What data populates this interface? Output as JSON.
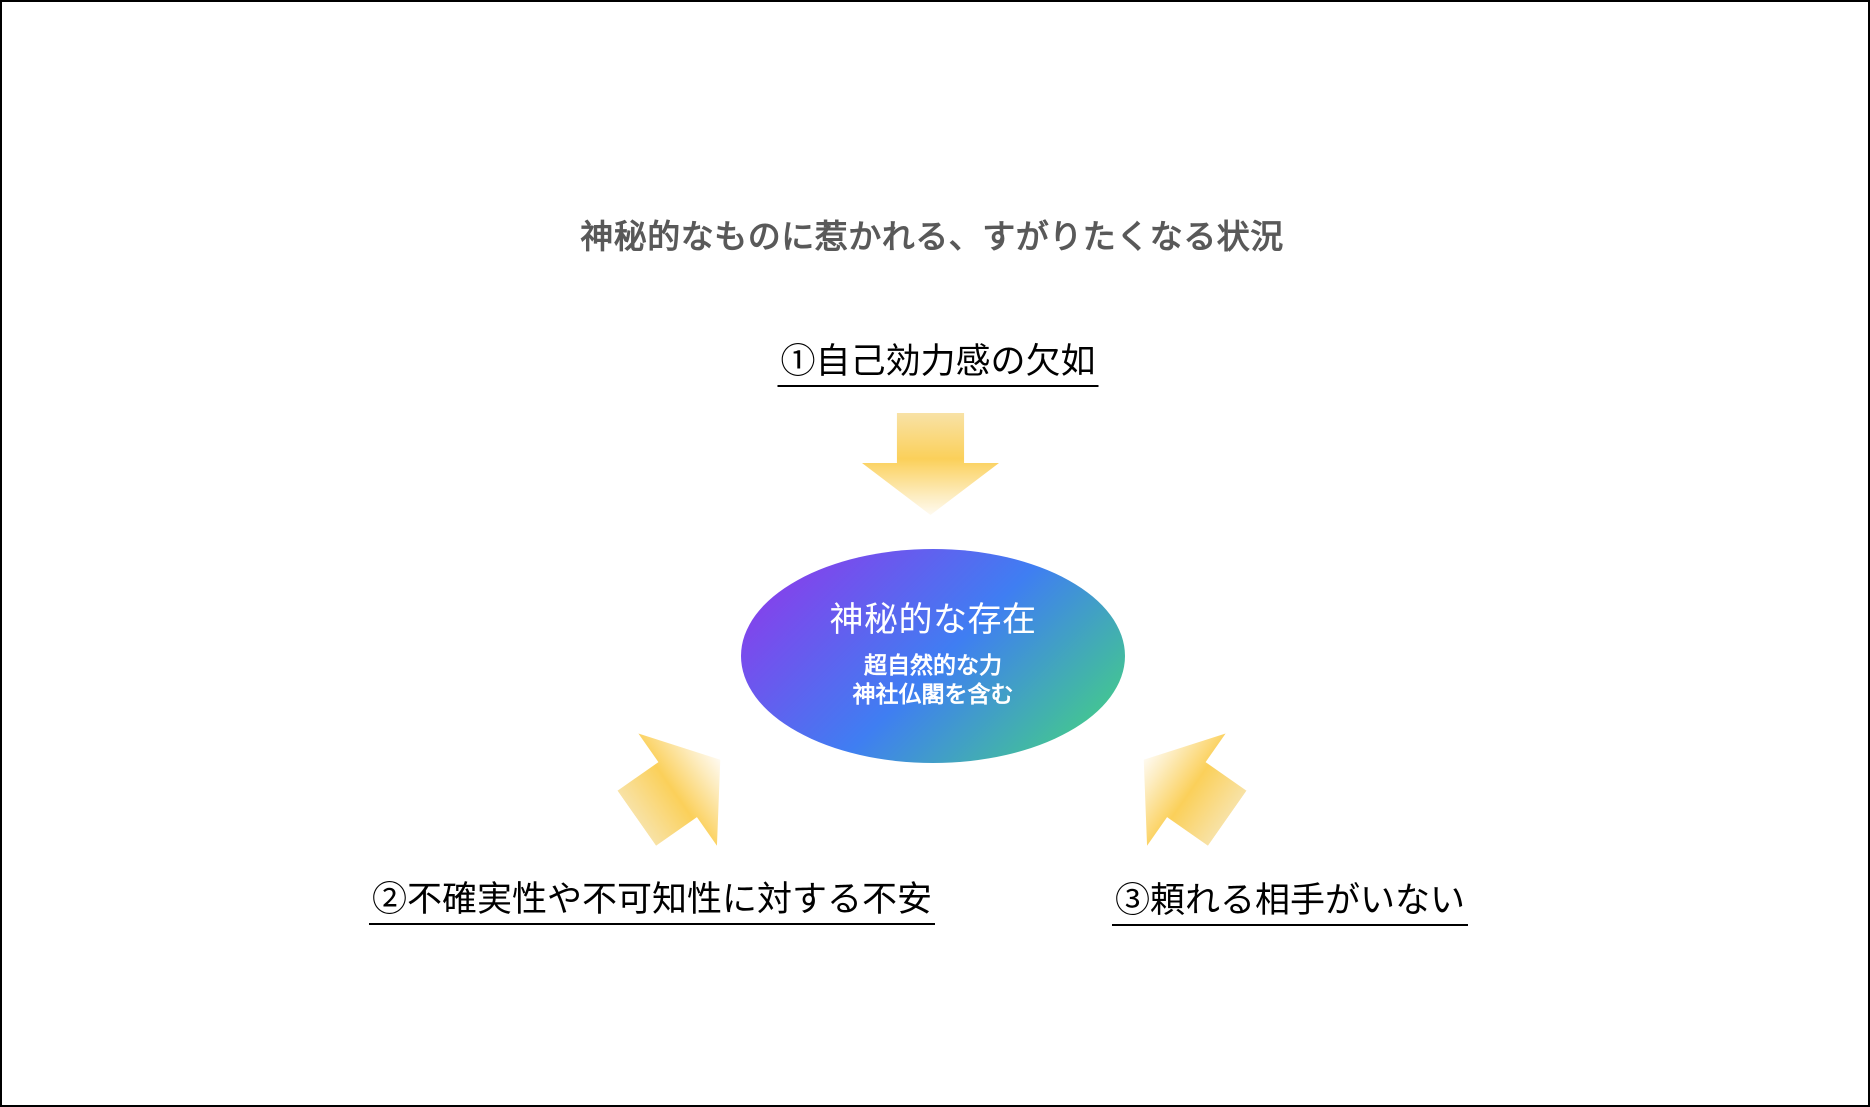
{
  "title": "神秘的なものに惹かれる、すがりたくなる状況",
  "causes": [
    {
      "id": "1",
      "label": "①自己効力感の欠如"
    },
    {
      "id": "2",
      "label": "②不確実性や不可知性に対する不安"
    },
    {
      "id": "3",
      "label": "③頼れる相手がいない"
    }
  ],
  "center": {
    "title": "神秘的な存在",
    "subtitle_line1": "超自然的な力",
    "subtitle_line2": "神社仏閣を含む"
  },
  "colors": {
    "title_gray": "#595959",
    "arrow_gold": "#FBD05A",
    "arrow_gold_light": "#F8E2A6",
    "arrow_gold_pale": "#FEFAF0",
    "ellipse_purple": "#9632EA",
    "ellipse_blue": "#3F7EF2",
    "ellipse_green": "#45DC74"
  }
}
